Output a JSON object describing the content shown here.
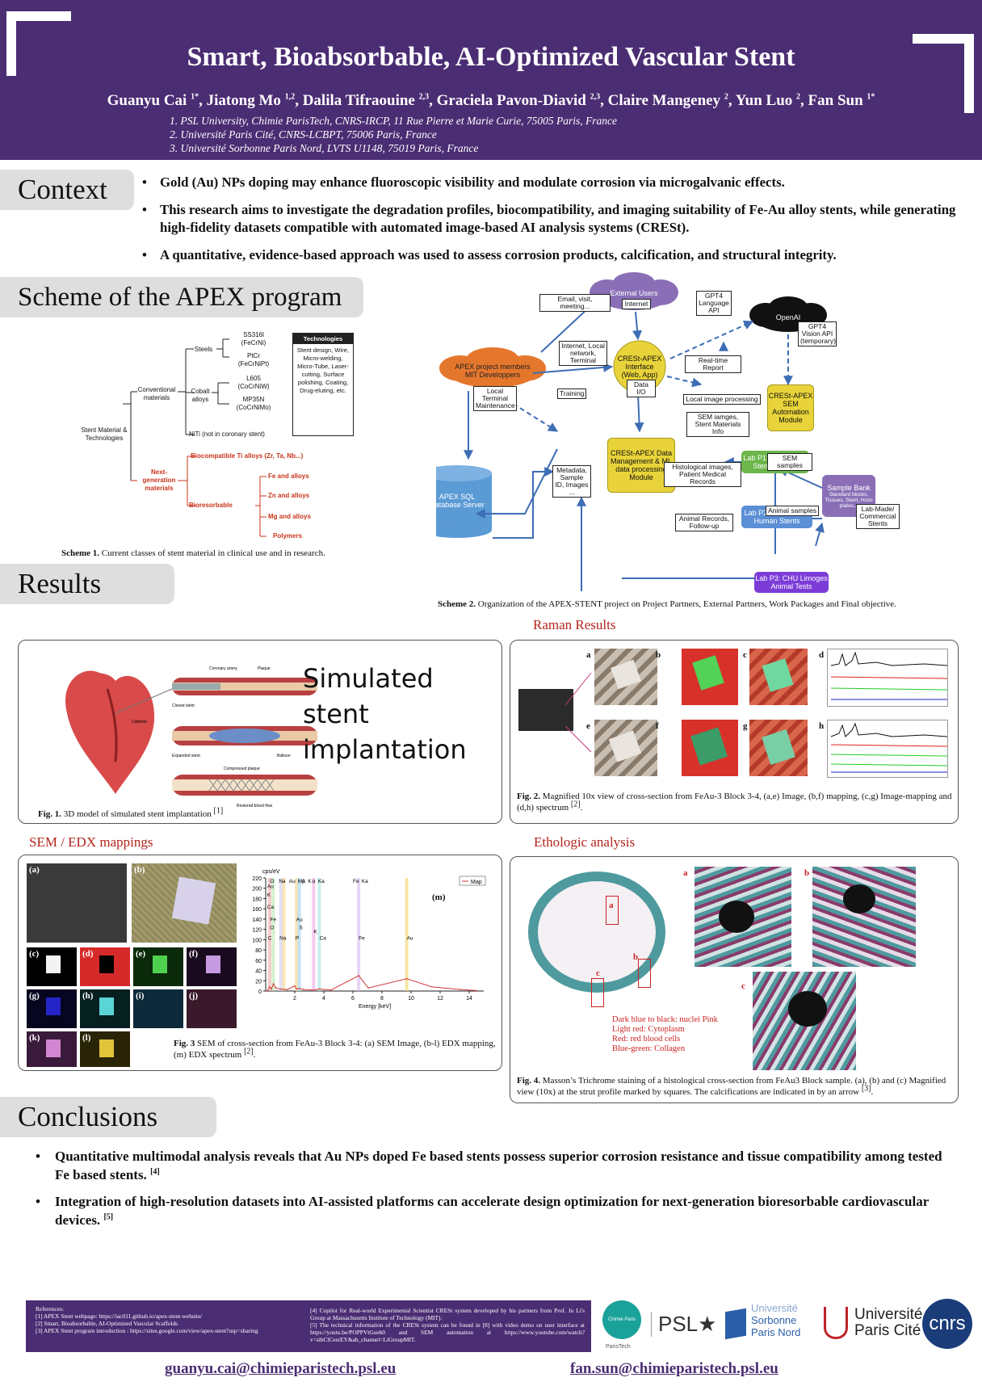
{
  "header": {
    "title": "Smart, Bioabsorbable, AI-Optimized Vascular Stent",
    "authors": [
      {
        "name": "Guanyu Cai",
        "sup": "1*"
      },
      {
        "name": "Jiatong Mo",
        "sup": "1,2"
      },
      {
        "name": "Dalila Tifraouine",
        "sup": "2,3"
      },
      {
        "name": "Graciela Pavon-Diavid",
        "sup": "2,3"
      },
      {
        "name": "Claire Mangeney",
        "sup": "2"
      },
      {
        "name": "Yun Luo",
        "sup": "2"
      },
      {
        "name": "Fan Sun",
        "sup": "1*"
      }
    ],
    "affiliations": [
      "1. PSL University, Chimie ParisTech, CNRS-IRCP, 11 Rue Pierre et Marie Curie, 75005 Paris, France",
      "2. Université Paris Cité, CNRS-LCBPT, 75006 Paris, France",
      "3. Université Sorbonne Paris Nord, LVTS U1148, 75019 Paris, France"
    ]
  },
  "sections": {
    "context": "Context",
    "scheme": "Scheme of the APEX program",
    "results": "Results",
    "conclusions": "Conclusions"
  },
  "context_items": [
    "Gold (Au) NPs doping may enhance fluoroscopic visibility and modulate corrosion via microgalvanic effects.",
    "This research aims to investigate the degradation profiles, biocompatibility, and imaging suitability of Fe-Au alloy stents, while generating high-fidelity datasets compatible with automated image-based AI analysis systems (CRESt).",
    "A quantitative, evidence-based approach was used to assess corrosion products, calcification, and structural integrity."
  ],
  "scheme1": {
    "root": "Stent Material & Technologies",
    "conventional": "Conventional materials",
    "steels": "Steels",
    "ss316l": "SS316l (FeCrNi)",
    "ptcr": "PtCr (FeCrNiPt)",
    "cobalt": "Cobalt alloys",
    "l605": "L605 (CoCrNiW)",
    "mp35n": "MP35N (CoCrNiMo)",
    "niti": "NiTi (not in coronary stent)",
    "nextgen": "Next-generation materials",
    "ti": "Biocompatible Ti alloys (Zr, Ta, Nb...)",
    "bioresorbable": "Bioresorbable",
    "fe": "Fe and alloys",
    "zn": "Zn and alloys",
    "mg": "Mg and alloys",
    "polymers": "Polymers",
    "tech_title": "Technologies",
    "tech_body": "Stent design, Wire, Micro-welding, Micro-Tube, Laser-cutting, Surface polishing, Coating, Drug-eluting, etc.",
    "caption_label": "Scheme 1.",
    "caption": "Current classes of stent material in clinical use and in research."
  },
  "scheme2": {
    "external_users": "External Users",
    "openai": "OpenAI",
    "apex_members": "APEX project members MIT Developpers",
    "interface": "CRESt-APEX Interface (Web, App)",
    "sem_module": "CRESt-APEX SEM Automation Module",
    "data_mgmt": "CRESt-APEX Data Management & ML data processing Module",
    "sql": "APEX SQL Database Server",
    "lab_p1": "Lab P1: IRCP SEM, Stent Material",
    "lab_p2": "Lab P2: LVTS Histo, Human Stents",
    "lab_p3": "Lab P3: CHU Limoges Animal Tests",
    "sample_bank": "Sample Bank",
    "sample_bank_sub": "Standard blocks, Tissues, Stent, Histo plates...",
    "lbl_email": "Email, visit, meeting...",
    "lbl_internet": "Internet",
    "lbl_gpt4_lang": "GPT4 Language API",
    "lbl_gpt4_vision": "GPT4 Vision API (temporary)",
    "lbl_internet_local": "Internet, Local network, Terminal",
    "lbl_realtime": "Real-time Report",
    "lbl_data_io": "Data I/O",
    "lbl_local_terminal": "Local Terminal Maintenance",
    "lbl_training": "Training",
    "lbl_local_image": "Local image processing",
    "lbl_sem_images": "SEM iamges, Stent Materials Info",
    "lbl_sem_samples": "SEM samples",
    "lbl_metadata": "Metadata, Sample ID, Images ...",
    "lbl_histo": "Histological images, Patient Medical Records",
    "lbl_animal_records": "Animal Records, Follow-up",
    "lbl_animal_samples": "Animal samples",
    "lbl_lab_made": "Lab-Made/ Commercial Stents",
    "caption_label": "Scheme 2.",
    "caption": "Organization of the APEX-STENT project on Project Partners, External Partners, Work Packages and Final objective."
  },
  "fig1": {
    "text": [
      "Simulated",
      "stent",
      "implantation"
    ],
    "caption_label": "Fig. 1.",
    "caption": "3D model of simulated stent implantation",
    "ref": "[1]",
    "labels": {
      "coronary": "Coronary artery",
      "plaque": "Plaque",
      "closed": "Closed stent",
      "catheter": "Catheter",
      "expanded": "Expanded stent",
      "balloon": "Balloon",
      "compressed": "Compressed plaque",
      "restored": "Restored blood flow"
    }
  },
  "raman": {
    "title": "Raman Results",
    "panels": [
      "a",
      "b",
      "c",
      "d",
      "e",
      "f",
      "g",
      "h"
    ],
    "caption_label": "Fig. 2.",
    "caption": "Magnified 10x view of cross-section from FeAu-3 Block 3-4, (a,e) Image, (b,f) mapping, (c,g) Image-mapping and (d,h) spectrum",
    "ref": "[2]"
  },
  "sem": {
    "title": "SEM / EDX mappings",
    "panels": [
      "(a)",
      "(b)",
      "(c)",
      "(d)",
      "(e)",
      "(f)",
      "(g)",
      "(h)",
      "(i)",
      "(j)",
      "(k)",
      "(l)"
    ],
    "m_label": "(m)",
    "caption_label": "Fig. 3",
    "caption": "SEM of cross-section from FeAu-3 Block 3-4: (a) SEM Image, (b-l) EDX mapping, (m) EDX spectrum",
    "ref": "[2]"
  },
  "chart_data": {
    "type": "line",
    "title": "",
    "xlabel": "Energy [keV]",
    "ylabel": "cps/eV",
    "xlim": [
      0,
      15
    ],
    "ylim": [
      0,
      220
    ],
    "xticks": [
      2,
      4,
      6,
      8,
      10,
      12,
      14
    ],
    "yticks": [
      0,
      20,
      40,
      60,
      80,
      100,
      120,
      140,
      160,
      180,
      200,
      220
    ],
    "legend": "Map",
    "legend_position": "top-right",
    "series": [
      {
        "name": "Map",
        "x": [
          0.1,
          0.28,
          0.4,
          0.53,
          0.7,
          1.04,
          1.25,
          1.5,
          2.0,
          2.12,
          2.31,
          2.6,
          3.3,
          3.69,
          4.5,
          6.4,
          7.06,
          9.7,
          11.44,
          13.4,
          14.5
        ],
        "y": [
          0,
          8,
          4,
          14,
          6,
          4,
          3,
          3,
          10,
          4,
          5,
          3,
          2,
          4,
          2,
          30,
          6,
          24,
          8,
          3,
          1
        ]
      }
    ],
    "element_labels": [
      "O",
      "Na",
      "Au",
      "Ma",
      "β",
      "K",
      "α",
      "Ka",
      "Fe",
      "Ka",
      "Au",
      "K",
      "Ca",
      "C",
      "O",
      "Fe",
      "Au",
      "S",
      "K",
      "C",
      "Na",
      "P",
      "Ca",
      "Fe",
      "Au",
      "-K",
      "-Mα",
      "-Kα",
      "Fe-Kα",
      "Au",
      "Ca",
      "S"
    ]
  },
  "etho": {
    "title": "Ethologic analysis",
    "legend": [
      "Dark blue to black: nuclei Pink",
      "Light red: Cytoplasm",
      "Red: red blood cells",
      "Blue-green: Collagen"
    ],
    "panels": [
      "a",
      "b",
      "c"
    ],
    "caption_label": "Fig. 4.",
    "caption": "Masson’s Trichrome staining of a histological cross-section from FeAu3 Block sample. (a), (b) and (c) Magnified view (10x) at the strut profile marked by squares. The calcifications are indicated in by an arrow",
    "ref": "[3]"
  },
  "conclusions": [
    {
      "text": "Quantitative multimodal analysis reveals that Au NPs doped Fe based stents possess superior corrosion resistance and tissue compatibility among tested Fe based stents.",
      "ref": "[4]"
    },
    {
      "text": "Integration of high-resolution datasets into AI-assisted platforms can accelerate design optimization for next-generation bioresorbable cardiovascular devices.",
      "ref": "[5]"
    }
  ],
  "references": {
    "heading": "References:",
    "left": [
      "[1] APEX Stent webpage: https://iac011.github.io/apex-stent-website/",
      "[2] Smart, Bioabsorbable, AI-Optimized Vascular Scaffolds",
      "[3] APEX Stent program introduction : https://sites.google.com/view/apex-stent?usp=sharing"
    ],
    "right": [
      "[4] Copilot for Real-world Experimental Scientist CRESt system developed by his partners from Prof. Ju Li's Group at Massachusetts Institute of Technology (MIT).",
      "[5] The technical information of the CRESt system can be found in [8] with video demo on user interface at https://youtu.be/POPPVtGueb0 and SEM automation at https://www.youtube.com/watch?v=sibClCesrEY&ab_channel=LiGroupMIT."
    ]
  },
  "logos": {
    "chimie": "Chimie Paris",
    "paristech": "ParisTech",
    "psl": "PSL",
    "sorbonne": [
      "Université",
      "Sorbonne",
      "Paris Nord"
    ],
    "upc": [
      "Université",
      "Paris Cité"
    ],
    "cnrs": "cnrs"
  },
  "emails": [
    "guanyu.cai@chimieparistech.psl.eu",
    "fan.sun@chimieparistech.psl.eu"
  ],
  "colors": {
    "header": "#4b2d73",
    "accent_red": "#b3241c",
    "tab_gray": "#dedede"
  }
}
